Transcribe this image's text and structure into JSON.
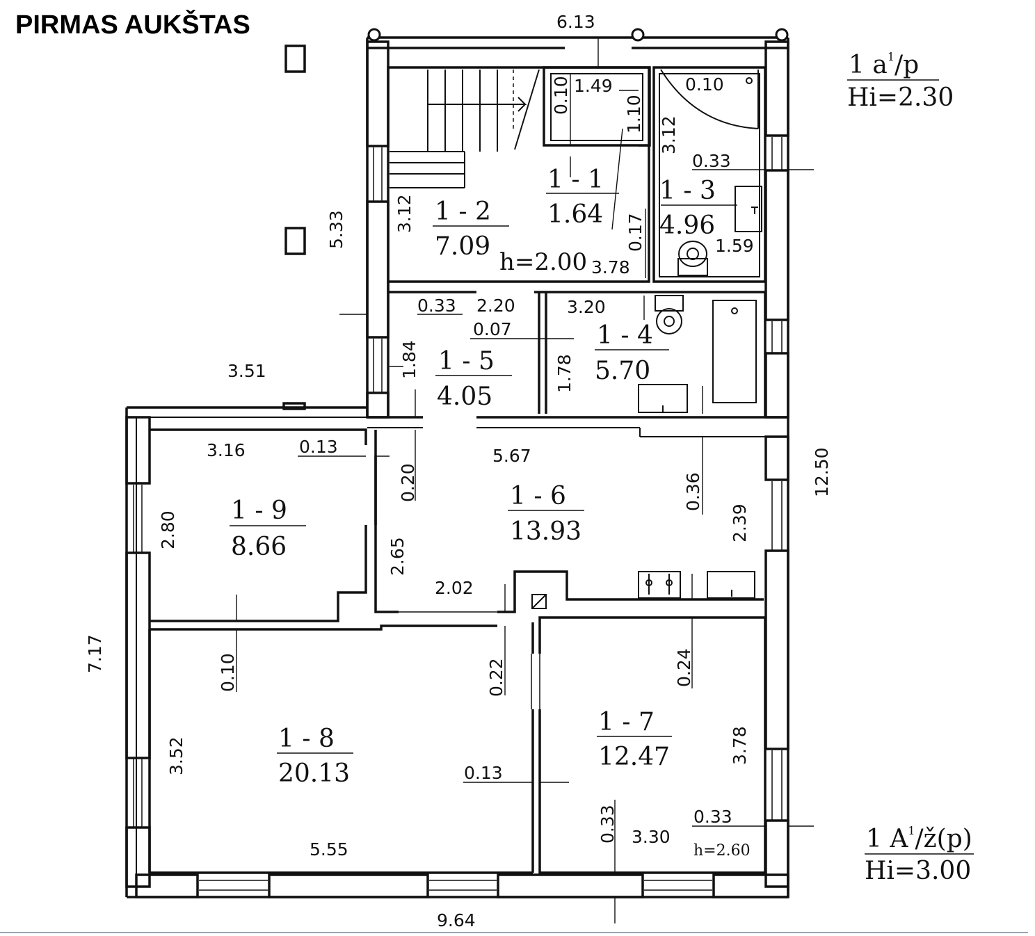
{
  "title": "PIRMAS AUKŠTAS",
  "unit_labels": {
    "upper": {
      "code": "1 a",
      "sup": "1",
      "suffix": "/p",
      "height": "Hi=2.30"
    },
    "lower": {
      "code": "1 A",
      "sup": "1",
      "suffix": "/ž(p)",
      "height": "Hi=3.00"
    }
  },
  "rooms": [
    {
      "id": "1-1",
      "code": "1 - 1",
      "area": "1.64"
    },
    {
      "id": "1-2",
      "code": "1 - 2",
      "area": "7.09"
    },
    {
      "id": "1-3",
      "code": "1 - 3",
      "area": "4.96"
    },
    {
      "id": "1-4",
      "code": "1 - 4",
      "area": "5.70"
    },
    {
      "id": "1-5",
      "code": "1 - 5",
      "area": "4.05"
    },
    {
      "id": "1-6",
      "code": "1 - 6",
      "area": "13.93"
    },
    {
      "id": "1-7",
      "code": "1 - 7",
      "area": "12.47"
    },
    {
      "id": "1-8",
      "code": "1 - 8",
      "area": "20.13"
    },
    {
      "id": "1-9",
      "code": "1 - 9",
      "area": "8.66"
    }
  ],
  "heights": {
    "stair_room": "h=2.00",
    "room_1_7": "h=2.60"
  },
  "dimensions": {
    "top_width": "6.13",
    "left_upper": "5.33",
    "left_lower": "7.17",
    "right_total": "12.50",
    "bottom_width": "9.64",
    "offset_left": "3.51",
    "r1_1_w": "1.49",
    "r1_1_wall_top": "0.10",
    "r1_1_h": "1.10",
    "r1_3_wall": "0.10",
    "r1_3_h": "3.12",
    "r1_3_wall_right": "0.33",
    "r1_3_w": "1.59",
    "r1_2_h": "3.12",
    "r1_2_w": "3.78",
    "r1_2_wall": "0.17",
    "r1_5_wall": "0.33",
    "r1_5_w": "2.20",
    "r1_5_part": "0.07",
    "r1_5_h": "1.84",
    "r1_4_w": "3.20",
    "r1_4_h": "1.78",
    "r1_9_w": "3.16",
    "r1_9_wall": "0.13",
    "r1_9_h": "2.80",
    "r1_6_w": "5.67",
    "r1_6_wall_left": "0.20",
    "r1_6_h_left": "2.65",
    "r1_6_bottom": "2.02",
    "r1_6_wall_right": "0.36",
    "r1_6_h_right": "2.39",
    "r1_8_wall_top": "0.10",
    "r1_8_wall_right": "0.22",
    "r1_8_h": "3.52",
    "r1_8_partition": "0.13",
    "r1_8_w": "5.55",
    "r1_7_wall_top": "0.24",
    "r1_7_h": "3.78",
    "r1_7_wall_bottom": "0.33",
    "r1_7_w": "3.30",
    "r1_7_wall_right": "0.33"
  }
}
